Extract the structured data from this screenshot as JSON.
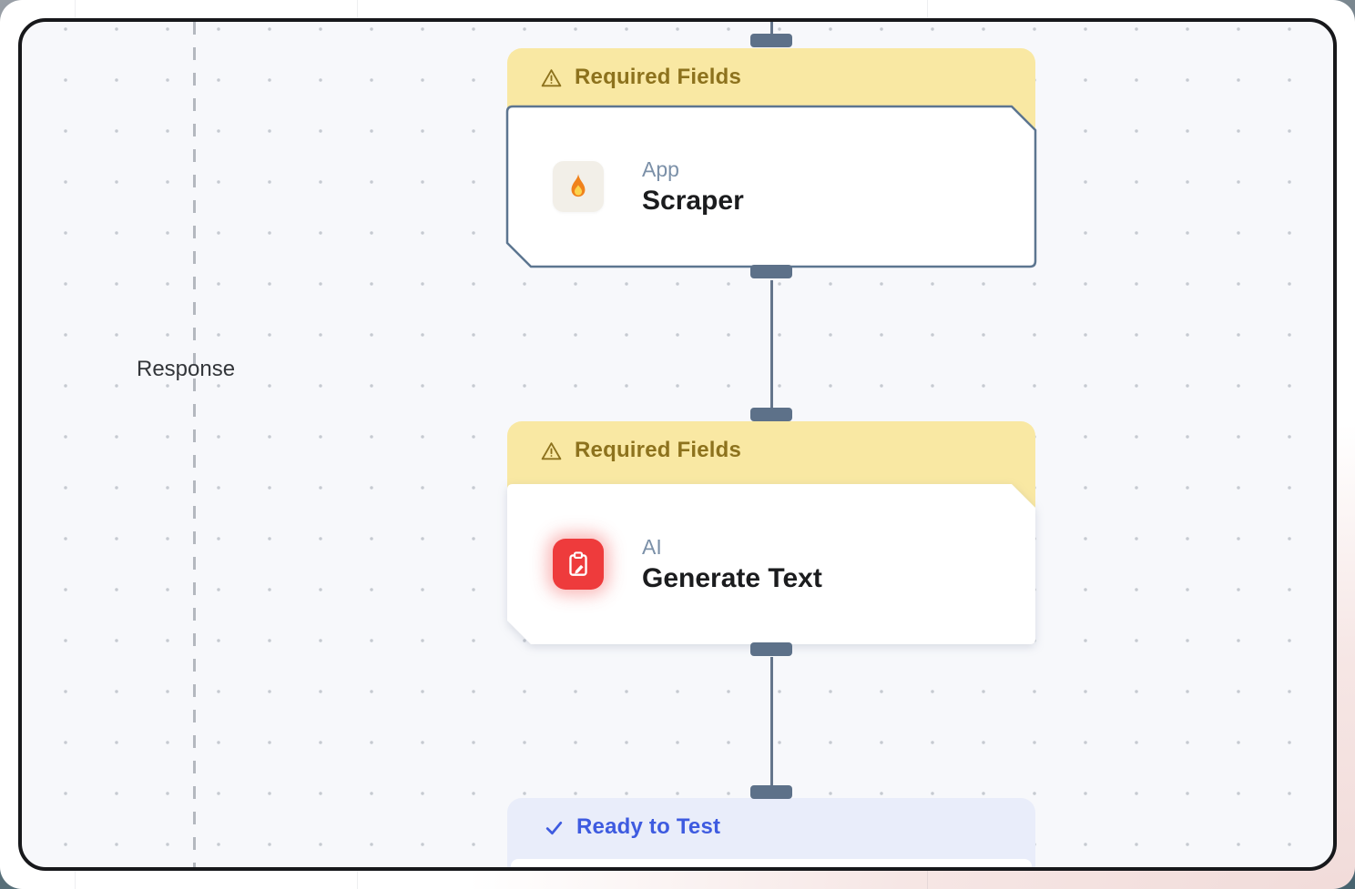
{
  "canvas": {
    "response_label": "Response",
    "nodes": [
      {
        "banner": {
          "status": "warning",
          "icon": "warning-triangle-icon",
          "label": "Required Fields"
        },
        "category": "App",
        "title": "Scraper",
        "icon": "flame-icon"
      },
      {
        "banner": {
          "status": "warning",
          "icon": "warning-triangle-icon",
          "label": "Required Fields"
        },
        "category": "AI",
        "title": "Generate Text",
        "icon": "clipboard-edit-icon"
      },
      {
        "banner": {
          "status": "ready",
          "icon": "check-icon",
          "label": "Ready to Test"
        }
      }
    ]
  },
  "colors": {
    "banner_warning_bg": "#f9e8a3",
    "banner_warning_text": "#8d721d",
    "banner_ready_bg": "#e9edfa",
    "banner_ready_text": "#3e5be0",
    "node_border": "#5c7590",
    "edge": "#64758b",
    "canvas_bg": "#f7f8fb",
    "ai_icon_bg": "#ee3b3c",
    "canvas_border": "#17181b"
  }
}
